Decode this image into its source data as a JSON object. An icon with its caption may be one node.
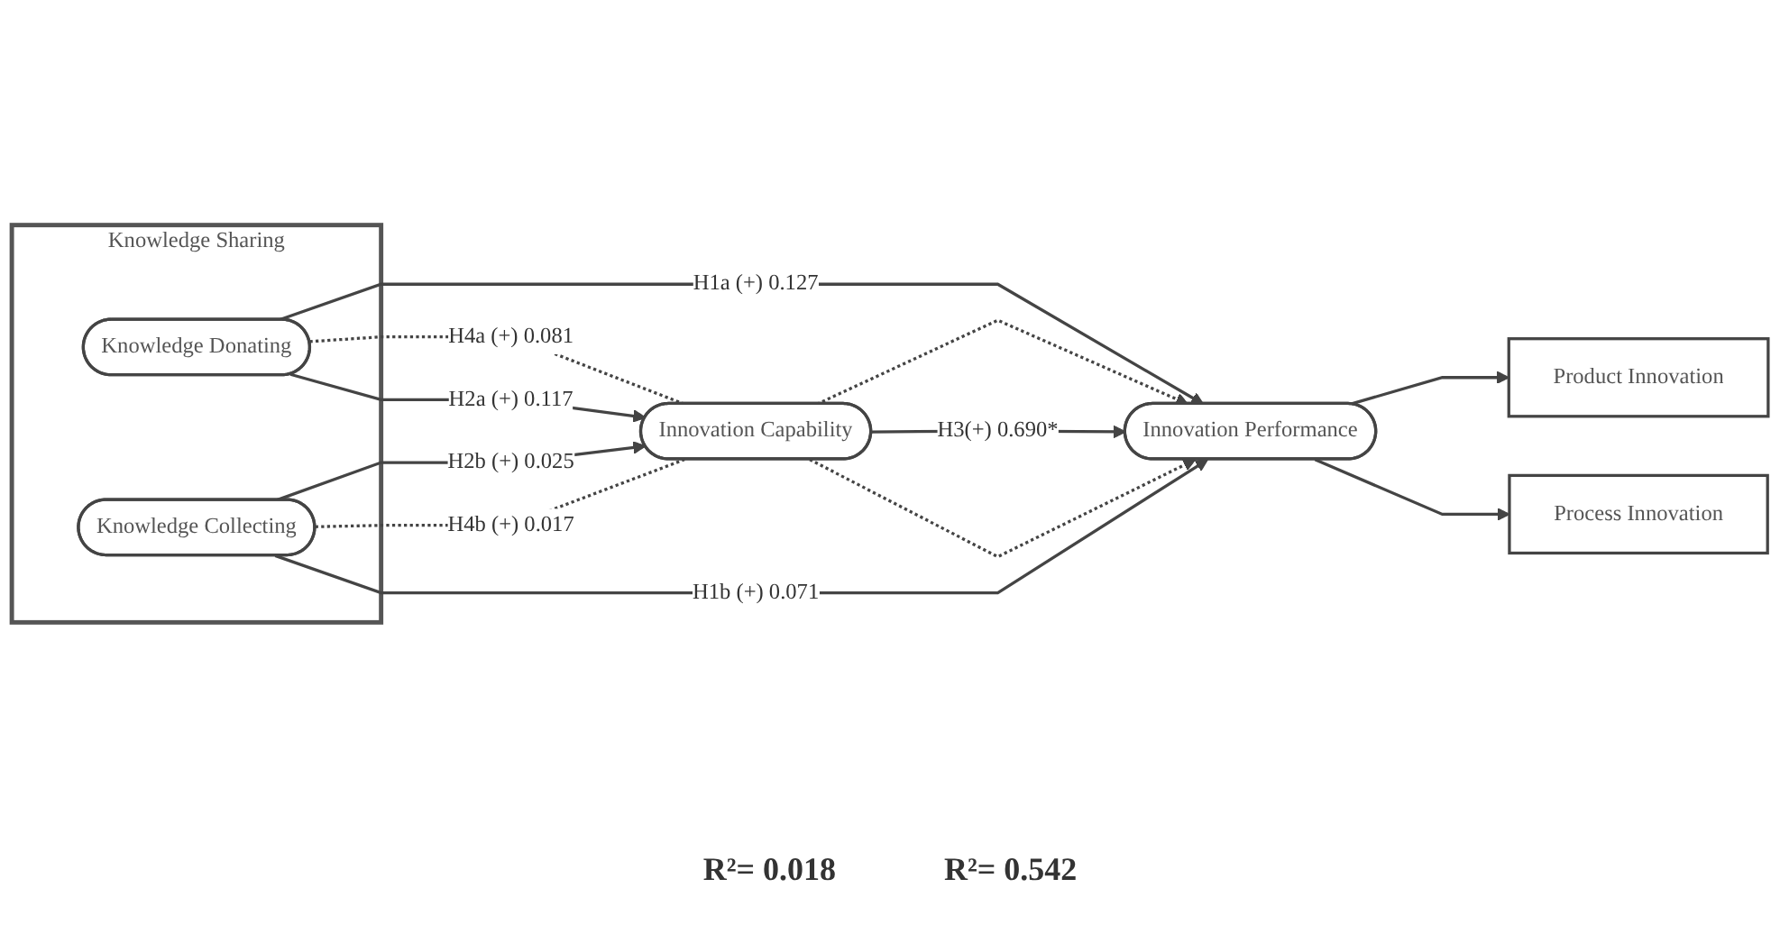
{
  "diagram": {
    "nodes": [
      {
        "text": [
          "Knowledge Sharing"
        ]
      },
      {
        "text": [
          "Knowledge Donating"
        ],
        "in": 0
      },
      {
        "text": [
          "Knowledge Collecting"
        ],
        "in": 0
      },
      {
        "text": [
          "Innovation Capability"
        ]
      },
      {
        "text": [
          "Innovation Performance"
        ]
      },
      {
        "text": [
          "Product Innovation"
        ]
      },
      {
        "text": [
          "Process Innovation"
        ]
      }
    ],
    "edges": [
      {
        "from": 1,
        "to": 4,
        "arrow": "to",
        "label": "H1a (+) 0.127"
      },
      {
        "from": 1,
        "to": 3,
        "arrow": "none",
        "style": "dashed",
        "label": "H4a (+) 0.081"
      },
      {
        "from": 1,
        "to": 3,
        "arrow": "to",
        "label": "H2a (+) 0.117"
      },
      {
        "from": 2,
        "to": 3,
        "arrow": "to",
        "label": "H2b (+) 0.025"
      },
      {
        "from": 2,
        "to": 3,
        "arrow": "none",
        "style": "dashed",
        "label": "H4b (+) 0.017"
      },
      {
        "from": 3,
        "to": 4,
        "arrow": "to",
        "style": "dashed"
      },
      {
        "from": 3,
        "to": 4,
        "arrow": "to",
        "label": "H3(+) 0.690*"
      },
      {
        "from": 3,
        "to": 4,
        "arrow": "to",
        "style": "dashed"
      },
      {
        "from": 2,
        "to": 4,
        "arrow": "to",
        "label": "H1b (+) 0.071"
      },
      {
        "from": 4,
        "to": 5,
        "arrow": "to"
      },
      {
        "from": 4,
        "to": 6,
        "arrow": "to"
      }
    ],
    "labels": [
      "R²= 0.018",
      "R²= 0.542"
    ]
  }
}
